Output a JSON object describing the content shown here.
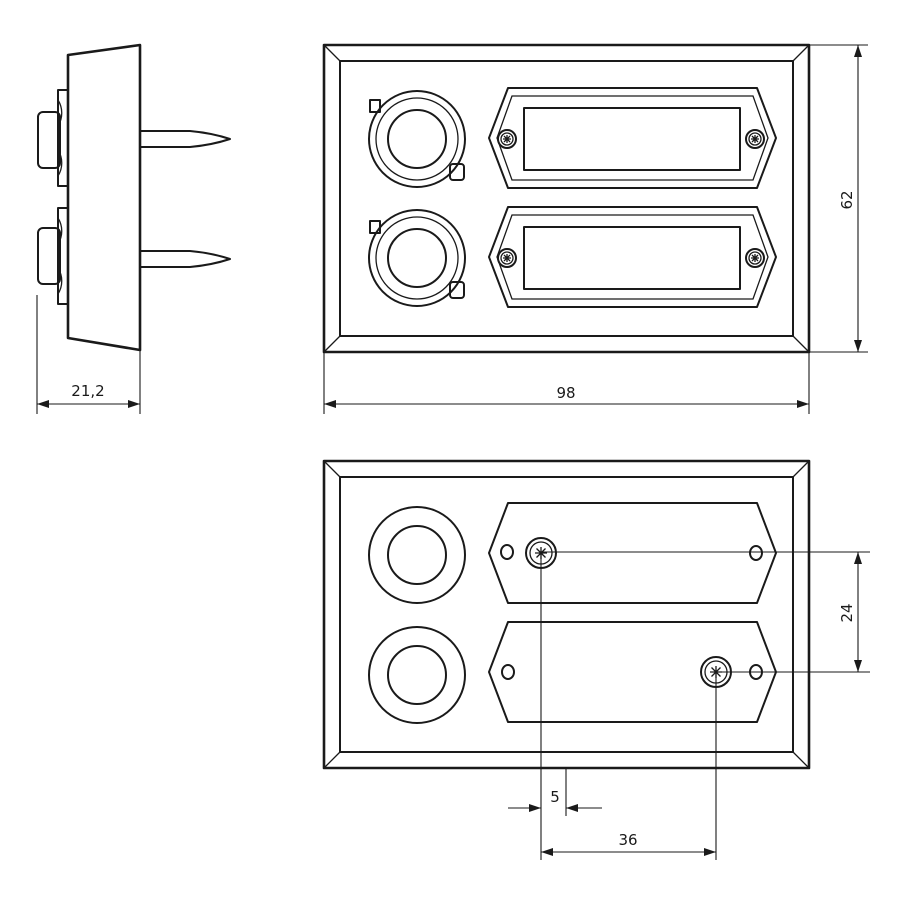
{
  "dimensions": {
    "depth": "21,2",
    "width": "98",
    "height": "62",
    "hole_spacing": "24",
    "screw_offset": "5",
    "screw_spacing": "36"
  },
  "colors": {
    "line": "#1a1a1a",
    "background": "#ffffff"
  }
}
